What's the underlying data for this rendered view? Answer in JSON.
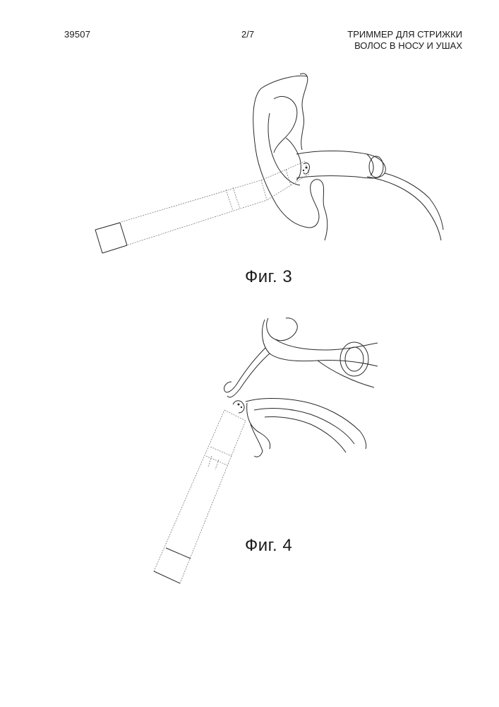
{
  "header": {
    "patent_number": "39507",
    "sheet": "2/7",
    "title_line1": "ТРИММЕР ДЛЯ СТРИЖКИ",
    "title_line2": "ВОЛОС В НОСУ И УШАХ"
  },
  "figures": [
    {
      "caption": "Фиг. 3"
    },
    {
      "caption": "Фиг. 4"
    }
  ]
}
